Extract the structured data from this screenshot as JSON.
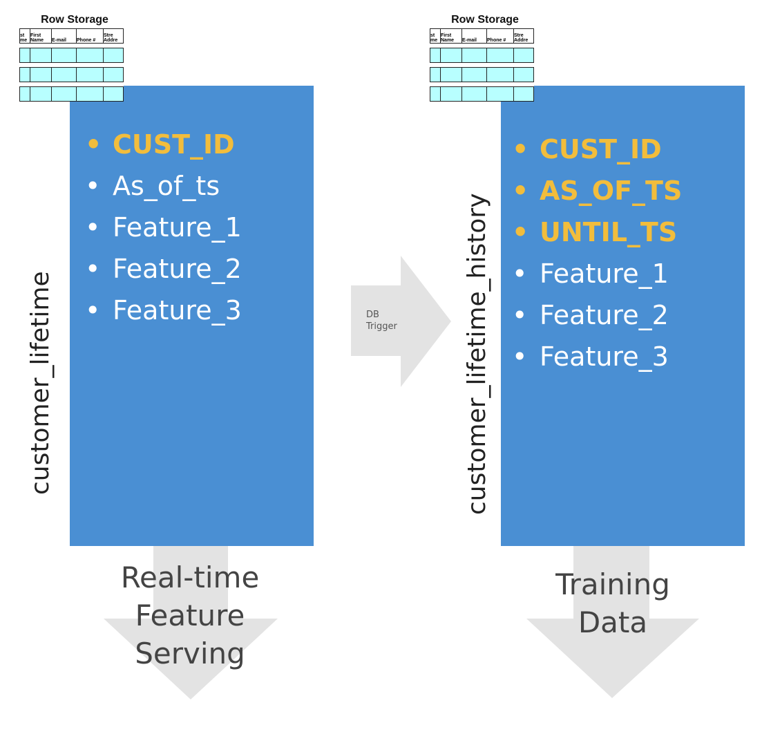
{
  "left": {
    "table": {
      "title": "Row Storage",
      "columns": [
        "st\nme",
        "First\nName",
        "E-mail",
        "Phone #",
        "Stre\nAddre"
      ]
    },
    "table_name": "customer_lifetime",
    "fields": [
      {
        "label": "CUST_ID",
        "key": true
      },
      {
        "label": "As_of_ts",
        "key": false
      },
      {
        "label": "Feature_1",
        "key": false
      },
      {
        "label": "Feature_2",
        "key": false
      },
      {
        "label": "Feature_3",
        "key": false
      }
    ],
    "output_caption": [
      "Real-time",
      "Feature",
      "Serving"
    ]
  },
  "trigger": {
    "label_line1": "DB",
    "label_line2": "Trigger"
  },
  "right": {
    "table": {
      "title": "Row Storage",
      "columns": [
        "st\nme",
        "First\nName",
        "E-mail",
        "Phone #",
        "Stre\nAddre"
      ]
    },
    "table_name": "customer_lifetime_history",
    "fields": [
      {
        "label": "CUST_ID",
        "key": true
      },
      {
        "label": "AS_OF_TS",
        "key": true
      },
      {
        "label": "UNTIL_TS",
        "key": true
      },
      {
        "label": "Feature_1",
        "key": false
      },
      {
        "label": "Feature_2",
        "key": false
      },
      {
        "label": "Feature_3",
        "key": false
      }
    ],
    "output_caption": [
      "Training",
      "Data"
    ]
  },
  "colors": {
    "panel": "#4a8fd3",
    "key_field": "#f2bd3c",
    "arrow": "#e3e3e3",
    "table_cell": "#b8ffff"
  }
}
